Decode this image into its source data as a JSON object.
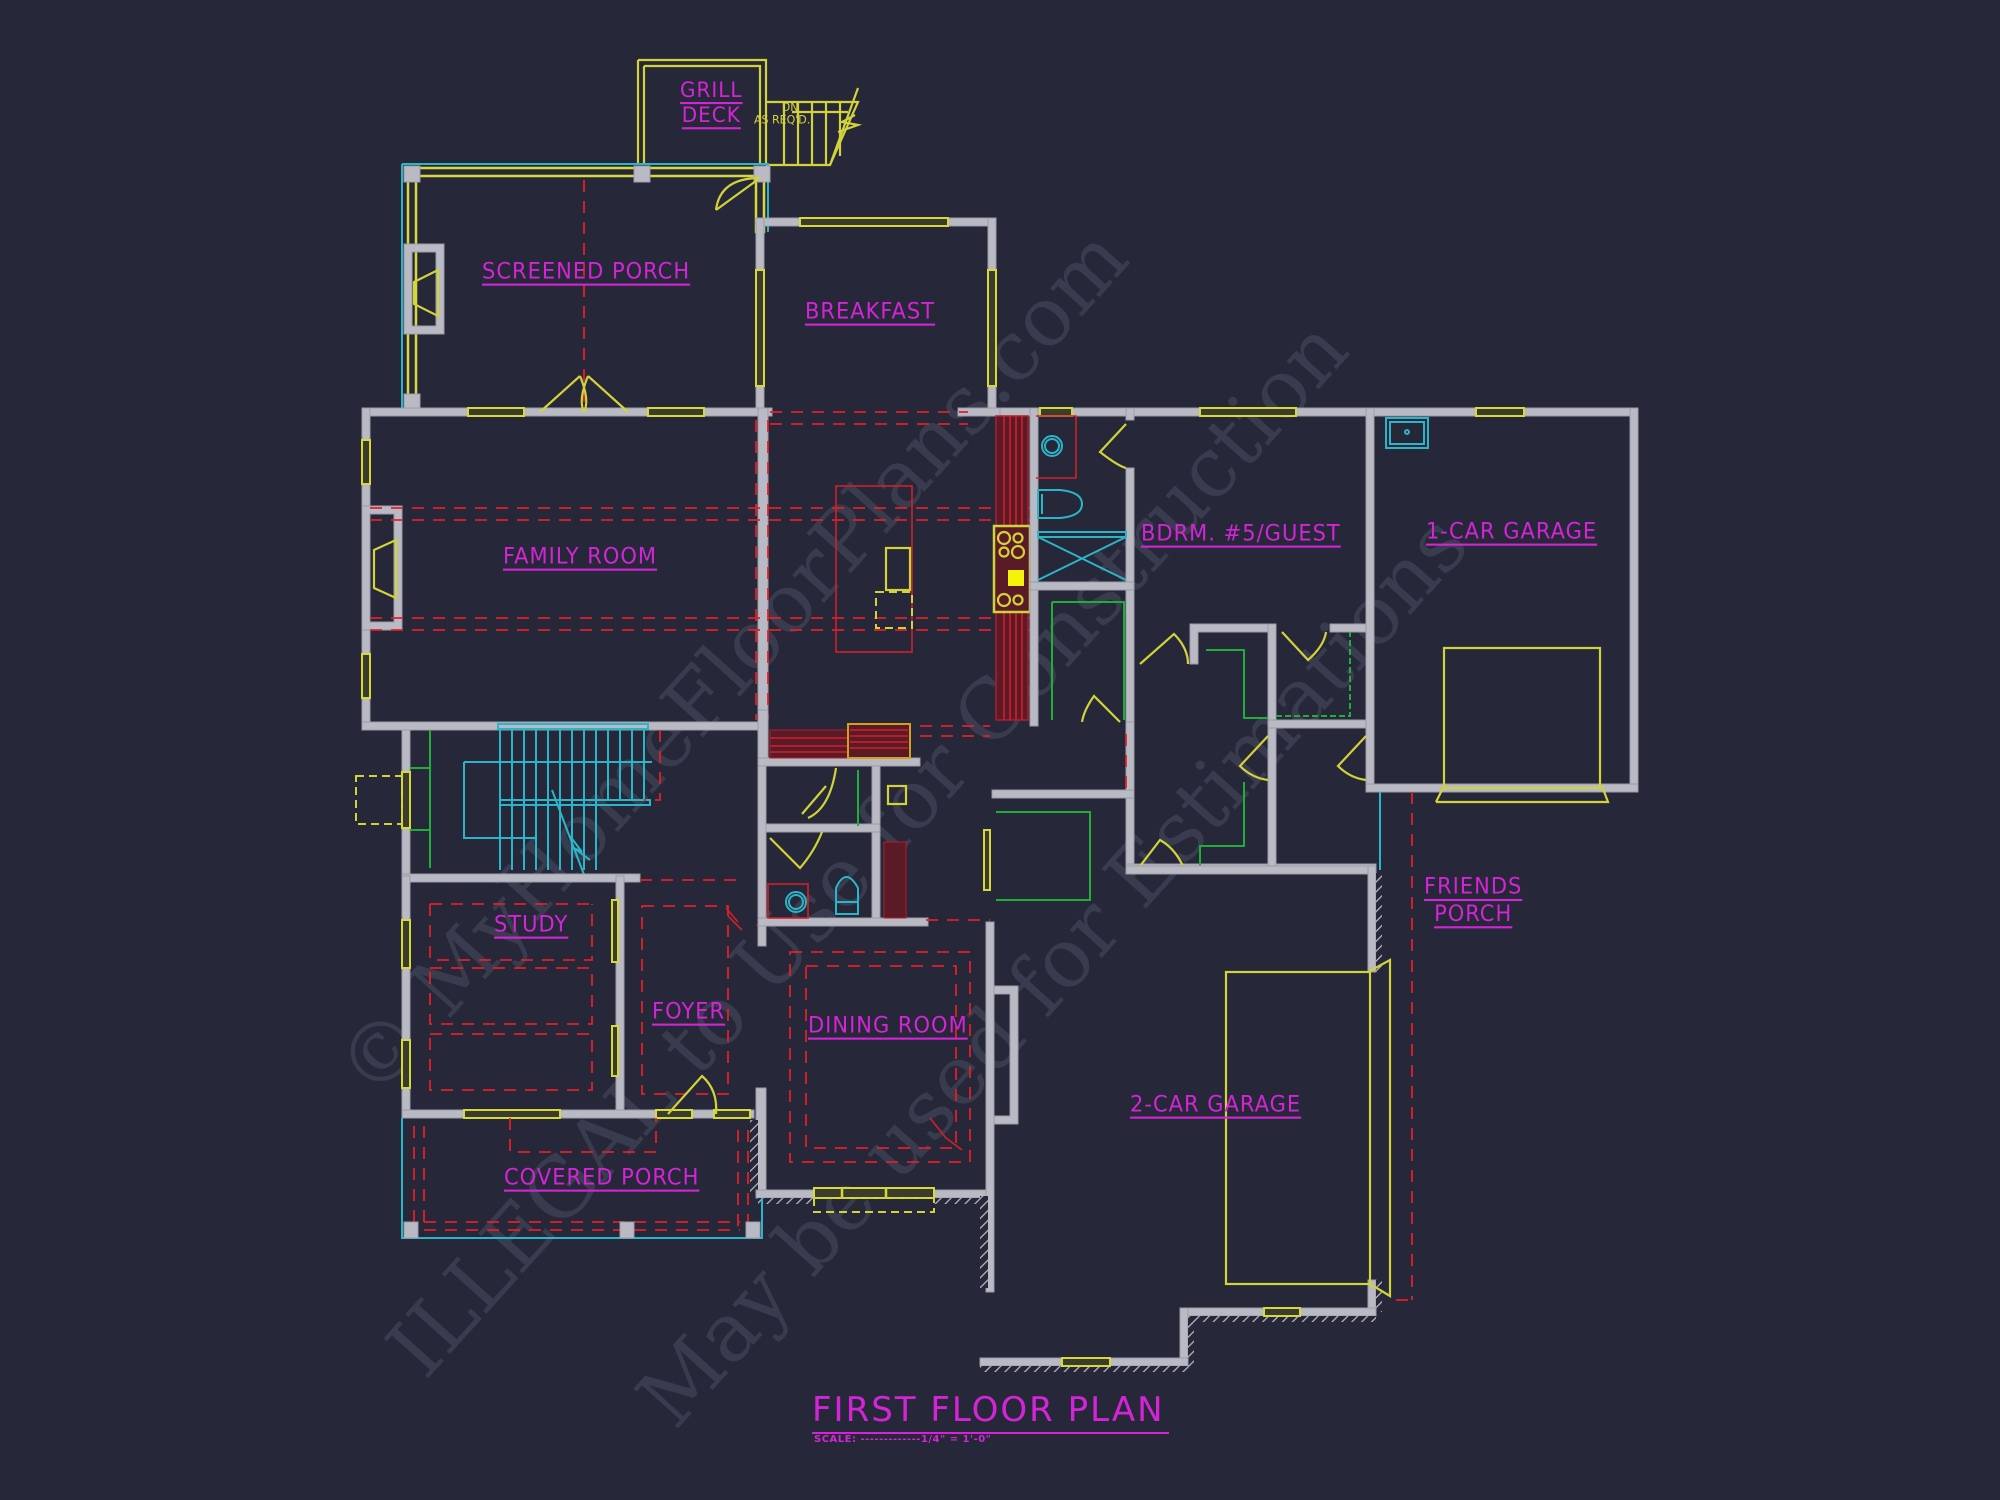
{
  "drawing": {
    "title": "FIRST FLOOR PLAN",
    "scale_label": "SCALE:",
    "scale_leader": "-------------",
    "scale_value": "1/4\" = 1'-0\""
  },
  "rooms": {
    "grill_deck_line1": "GRILL",
    "grill_deck_line2": "DECK",
    "screened_porch": "SCREENED PORCH",
    "breakfast": "BREAKFAST",
    "family_room": "FAMILY ROOM",
    "bedroom_guest": "BDRM. #5/GUEST",
    "one_car_garage": "1-CAR GARAGE",
    "friends_porch_line1": "FRIENDS",
    "friends_porch_line2": "PORCH",
    "study": "STUDY",
    "foyer": "FOYER",
    "dining_room": "DINING ROOM",
    "two_car_garage": "2-CAR GARAGE",
    "covered_porch": "COVERED PORCH"
  },
  "annotations": {
    "stair_dn": "DN",
    "stair_note": "AS REQ'D."
  },
  "watermarks": [
    "© MyHomeFloorPlans.com",
    "ILLEGAL to Use for Construction",
    "May be used for Estimations"
  ],
  "colors": {
    "background": "#262839",
    "walls": "#b9bac4",
    "labels": "#d524d8",
    "windows_doors": "#d2d23a",
    "hidden_lines": "#e0202a",
    "fixtures": "#2ab6c8",
    "closets": "#1fae3a"
  }
}
